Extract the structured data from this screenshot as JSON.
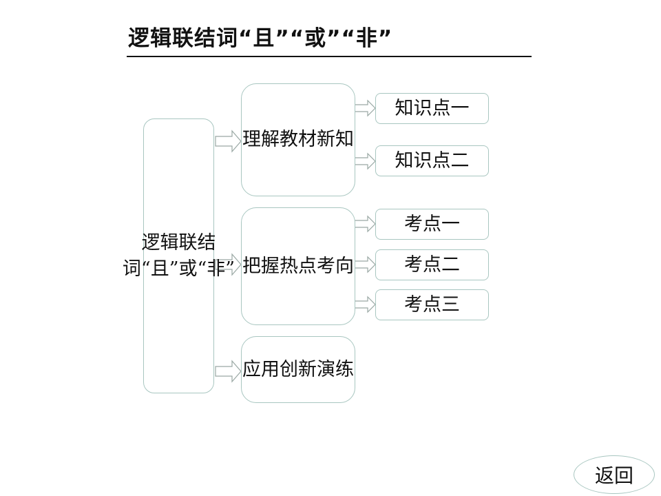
{
  "header": {
    "title": "逻辑联结词“且”“或”“非”"
  },
  "diagram": {
    "root": "逻辑联结词“且”或“非”",
    "sections": [
      {
        "label": "理解教材新知",
        "items": [
          "知识点一",
          "知识点二"
        ]
      },
      {
        "label": "把握热点考向",
        "items": [
          "考点一",
          "考点二",
          "考点三"
        ]
      },
      {
        "label": "应用创新演练",
        "items": []
      }
    ]
  },
  "nav": {
    "return_label": "返回"
  },
  "colors": {
    "box_border": "#a8c6c0",
    "arrow_stroke": "#9aa8a4"
  }
}
